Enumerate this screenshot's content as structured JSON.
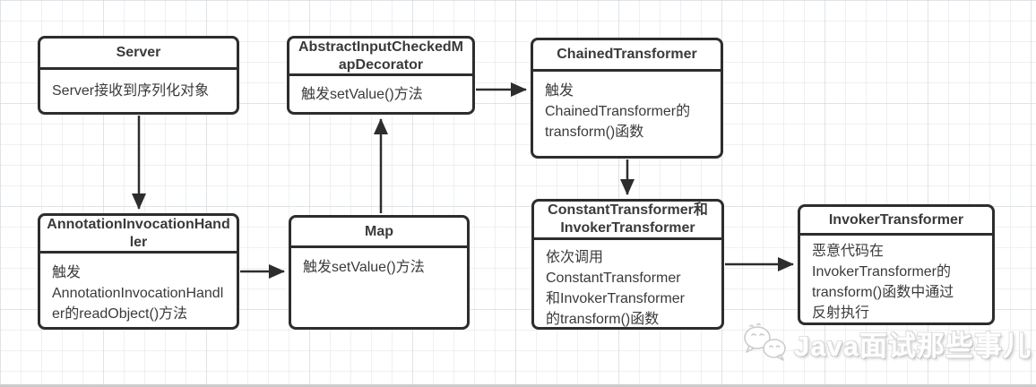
{
  "diagram": {
    "nodes": [
      {
        "id": "server",
        "title": "Server",
        "body": "Server接收到序列化对象"
      },
      {
        "id": "abstract-input-checked-map-decorator",
        "title": "AbstractInputCheckedMapDecorator",
        "body": "触发setValue()方法"
      },
      {
        "id": "chained-transformer",
        "title": "ChainedTransformer",
        "body": "触发\nChainedTransformer的\ntransform()函数"
      },
      {
        "id": "annotation-invocation-handler",
        "title": "AnnotationInvocationHandler",
        "body": "触发\nAnnotationInvocationHandler的readObject()方法"
      },
      {
        "id": "map",
        "title": "Map",
        "body": "触发setValue()方法"
      },
      {
        "id": "constant-and-invoker-transformer",
        "title": "ConstantTransformer和InvokerTransformer",
        "body": "依次调用\nConstantTransformer\n和InvokerTransformer\n的transform()函数"
      },
      {
        "id": "invoker-transformer",
        "title": "InvokerTransformer",
        "body": "恶意代码在\nInvokerTransformer的\ntransform()函数中通过\n反射执行"
      }
    ],
    "edges": [
      {
        "from": "server",
        "to": "annotation-invocation-handler"
      },
      {
        "from": "annotation-invocation-handler",
        "to": "map"
      },
      {
        "from": "map",
        "to": "abstract-input-checked-map-decorator"
      },
      {
        "from": "abstract-input-checked-map-decorator",
        "to": "chained-transformer"
      },
      {
        "from": "chained-transformer",
        "to": "constant-and-invoker-transformer"
      },
      {
        "from": "constant-and-invoker-transformer",
        "to": "invoker-transformer"
      }
    ],
    "colors": {
      "node_border": "#2d2d2d",
      "node_text": "#3a3a3a",
      "arrow": "#2d2d2d",
      "grid_line": "#e2e6ea"
    }
  },
  "watermark": {
    "icon": "wechat-icon",
    "text": "Java面试那些事儿"
  }
}
